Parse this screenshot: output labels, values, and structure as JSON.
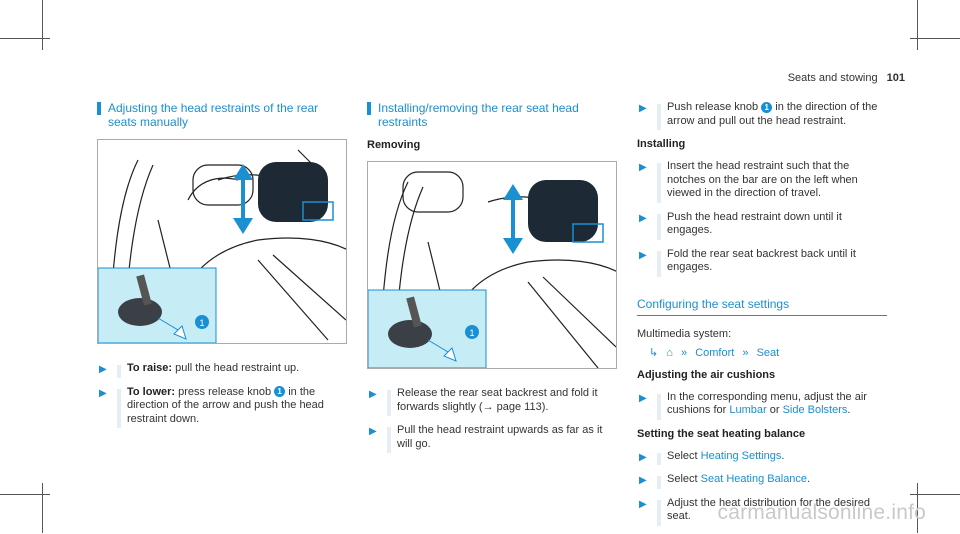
{
  "header": {
    "chapter": "Seats and stowing",
    "page": "101"
  },
  "col1": {
    "title": "Adjusting the head restraints of the rear seats manually",
    "steps": [
      {
        "label": "To raise:",
        "text": "pull the head restraint up."
      },
      {
        "label": "To lower:",
        "text_a": "press release knob",
        "knob": "1",
        "text_b": "in the direction of the arrow and push the head restraint down."
      }
    ]
  },
  "col2": {
    "title": "Installing/removing the rear seat head restraints",
    "subhead": "Removing",
    "steps": [
      {
        "text": "Release the rear seat backrest and fold it forwards slightly (→ page 113)."
      },
      {
        "text": "Pull the head restraint upwards as far as it will go."
      }
    ]
  },
  "col3": {
    "step_top": {
      "text_a": "Push release knob",
      "knob": "1",
      "text_b": "in the direction of the arrow and pull out the head restraint."
    },
    "installing_head": "Installing",
    "installing_steps": [
      {
        "text": "Insert the head restraint such that the notches on the bar are on the left when viewed in the direction of travel."
      },
      {
        "text": "Push the head restraint down until it engages."
      },
      {
        "text": "Fold the rear seat backrest back until it engages."
      }
    ],
    "config_title": "Configuring the seat settings",
    "multimedia": "Multimedia system:",
    "menu_path": {
      "home": "⌂",
      "item1": "Comfort",
      "item2": "Seat"
    },
    "air_head": "Adjusting the air cushions",
    "air_step": {
      "text_a": "In the corresponding menu, adjust the air cushions for",
      "link1": "Lumbar",
      "or": "or",
      "link2": "Side Bolsters",
      "end": "."
    },
    "heat_head": "Setting the seat heating balance",
    "heat_steps": [
      {
        "text": "Select",
        "link": "Heating Settings",
        "end": "."
      },
      {
        "text": "Select",
        "link": "Seat Heating Balance",
        "end": "."
      },
      {
        "text": "Adjust the heat distribution for the desired seat."
      }
    ]
  },
  "figure_labels": {
    "knob": "1"
  },
  "watermark": "carmanualsonline.info"
}
